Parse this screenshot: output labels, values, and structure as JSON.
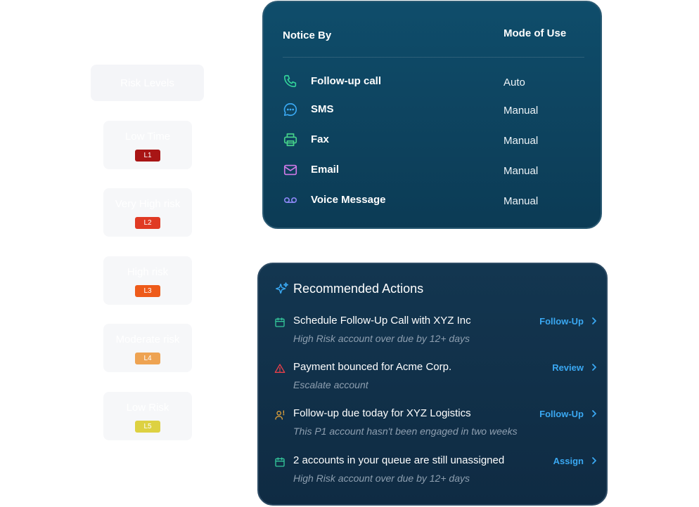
{
  "risk_levels": {
    "header": "Risk Levels",
    "items": [
      {
        "name": "Low Time",
        "badge": "L1",
        "color": "#a81515"
      },
      {
        "name": "Very High risk",
        "badge": "L2",
        "color": "#e03a24"
      },
      {
        "name": "High risk",
        "badge": "L3",
        "color": "#ee5b1a"
      },
      {
        "name": "Moderate risk",
        "badge": "L4",
        "color": "#eea352"
      },
      {
        "name": "Low Risk",
        "badge": "L5",
        "color": "#ddd142"
      }
    ]
  },
  "notice": {
    "header_left": "Notice By",
    "header_right": "Mode of Use",
    "rows": [
      {
        "icon": "phone-icon",
        "label": "Follow-up call",
        "mode": "Auto",
        "color": "#33d39a"
      },
      {
        "icon": "chat-bubble-icon",
        "label": "SMS",
        "mode": "Manual",
        "color": "#3aa8f2"
      },
      {
        "icon": "printer-icon",
        "label": "Fax",
        "mode": "Manual",
        "color": "#46d28a"
      },
      {
        "icon": "envelope-icon",
        "label": "Email",
        "mode": "Manual",
        "color": "#d07ae8"
      },
      {
        "icon": "voicemail-icon",
        "label": "Voice Message",
        "mode": "Manual",
        "color": "#8a86f2"
      }
    ]
  },
  "recommended": {
    "title": "Recommended Actions",
    "items": [
      {
        "icon": "calendar-icon",
        "icon_color": "#34c79a",
        "title": "Schedule Follow-Up Call with XYZ Inc",
        "subtitle": "High Risk account over due by 12+ days",
        "action": "Follow-Up"
      },
      {
        "icon": "warning-icon",
        "icon_color": "#e8404a",
        "title": "Payment bounced for Acme Corp.",
        "subtitle": "Escalate account",
        "action": "Review"
      },
      {
        "icon": "user-alert-icon",
        "icon_color": "#e3a33a",
        "title": "Follow-up due today for XYZ Logistics",
        "subtitle": "This P1 account hasn't been engaged in two weeks",
        "action": "Follow-Up"
      },
      {
        "icon": "calendar-icon",
        "icon_color": "#34c79a",
        "title": "2 accounts in your queue are still unassigned",
        "subtitle": "High Risk account over due by 12+ days",
        "action": "Assign"
      }
    ]
  }
}
